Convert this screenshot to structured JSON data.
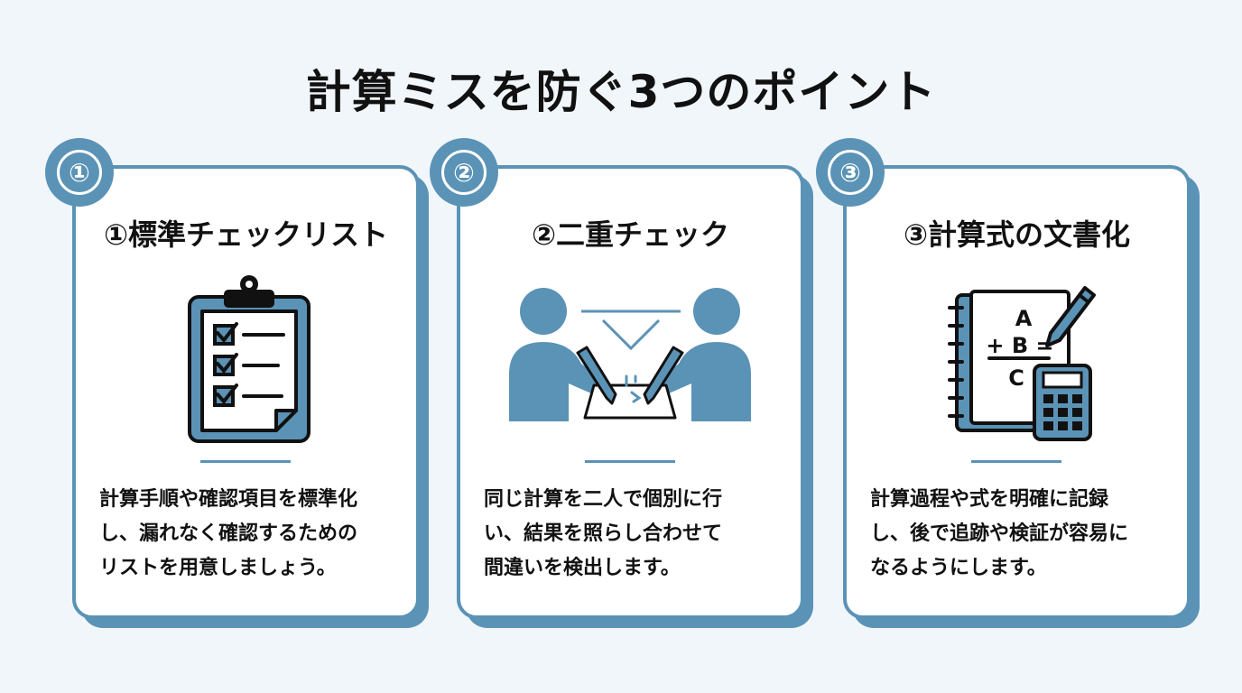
{
  "title": "計算ミスを防ぐ3つのポイント",
  "colors": {
    "accent": "#5b93b6",
    "background": "#f1f6fa",
    "card": "#ffffff",
    "text": "#111111"
  },
  "cards": [
    {
      "badge": "①",
      "heading": "①標準チェックリスト",
      "icon": "clipboard-checklist-icon",
      "body": [
        "計算手順や確認項目を標準化",
        "し、漏れなく確認するための",
        "リストを用意しましょう。"
      ]
    },
    {
      "badge": "②",
      "heading": "②二重チェック",
      "icon": "two-people-checking-icon",
      "body": [
        "同じ計算を二人で個別に行",
        "い、結果を照らし合わせて",
        "間違いを検出します。"
      ]
    },
    {
      "badge": "③",
      "heading": "③計算式の文書化",
      "icon": "formula-notebook-calculator-icon",
      "formula": {
        "line1": "A",
        "line2": "+ B =",
        "line3": "C"
      },
      "body": [
        "計算過程や式を明確に記録",
        "し、後で追跡や検証が容易に",
        "なるようにします。"
      ]
    }
  ]
}
